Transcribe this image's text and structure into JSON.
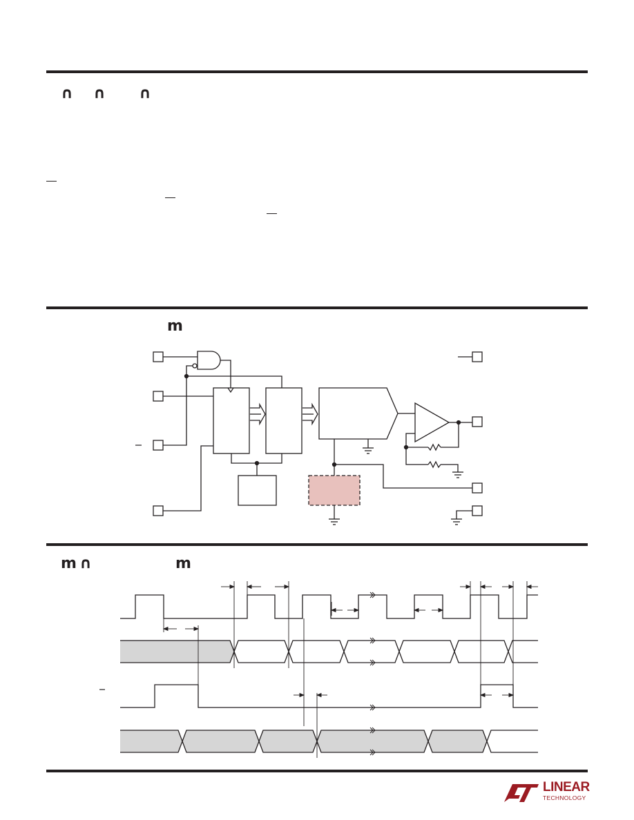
{
  "page": {
    "section_glyphs": {
      "top": [
        "∩",
        "∩",
        "∩"
      ],
      "block_diagram": [
        "m"
      ],
      "timing": [
        "m",
        "∩",
        "m"
      ]
    }
  },
  "logo": {
    "wordmark": "LINEAR",
    "subline": "TECHNOLOGY",
    "color": "#9b1b22"
  },
  "colors": {
    "ink": "#231f20",
    "shade": "#d6d6d6",
    "highlight": "#e8c1bd"
  }
}
